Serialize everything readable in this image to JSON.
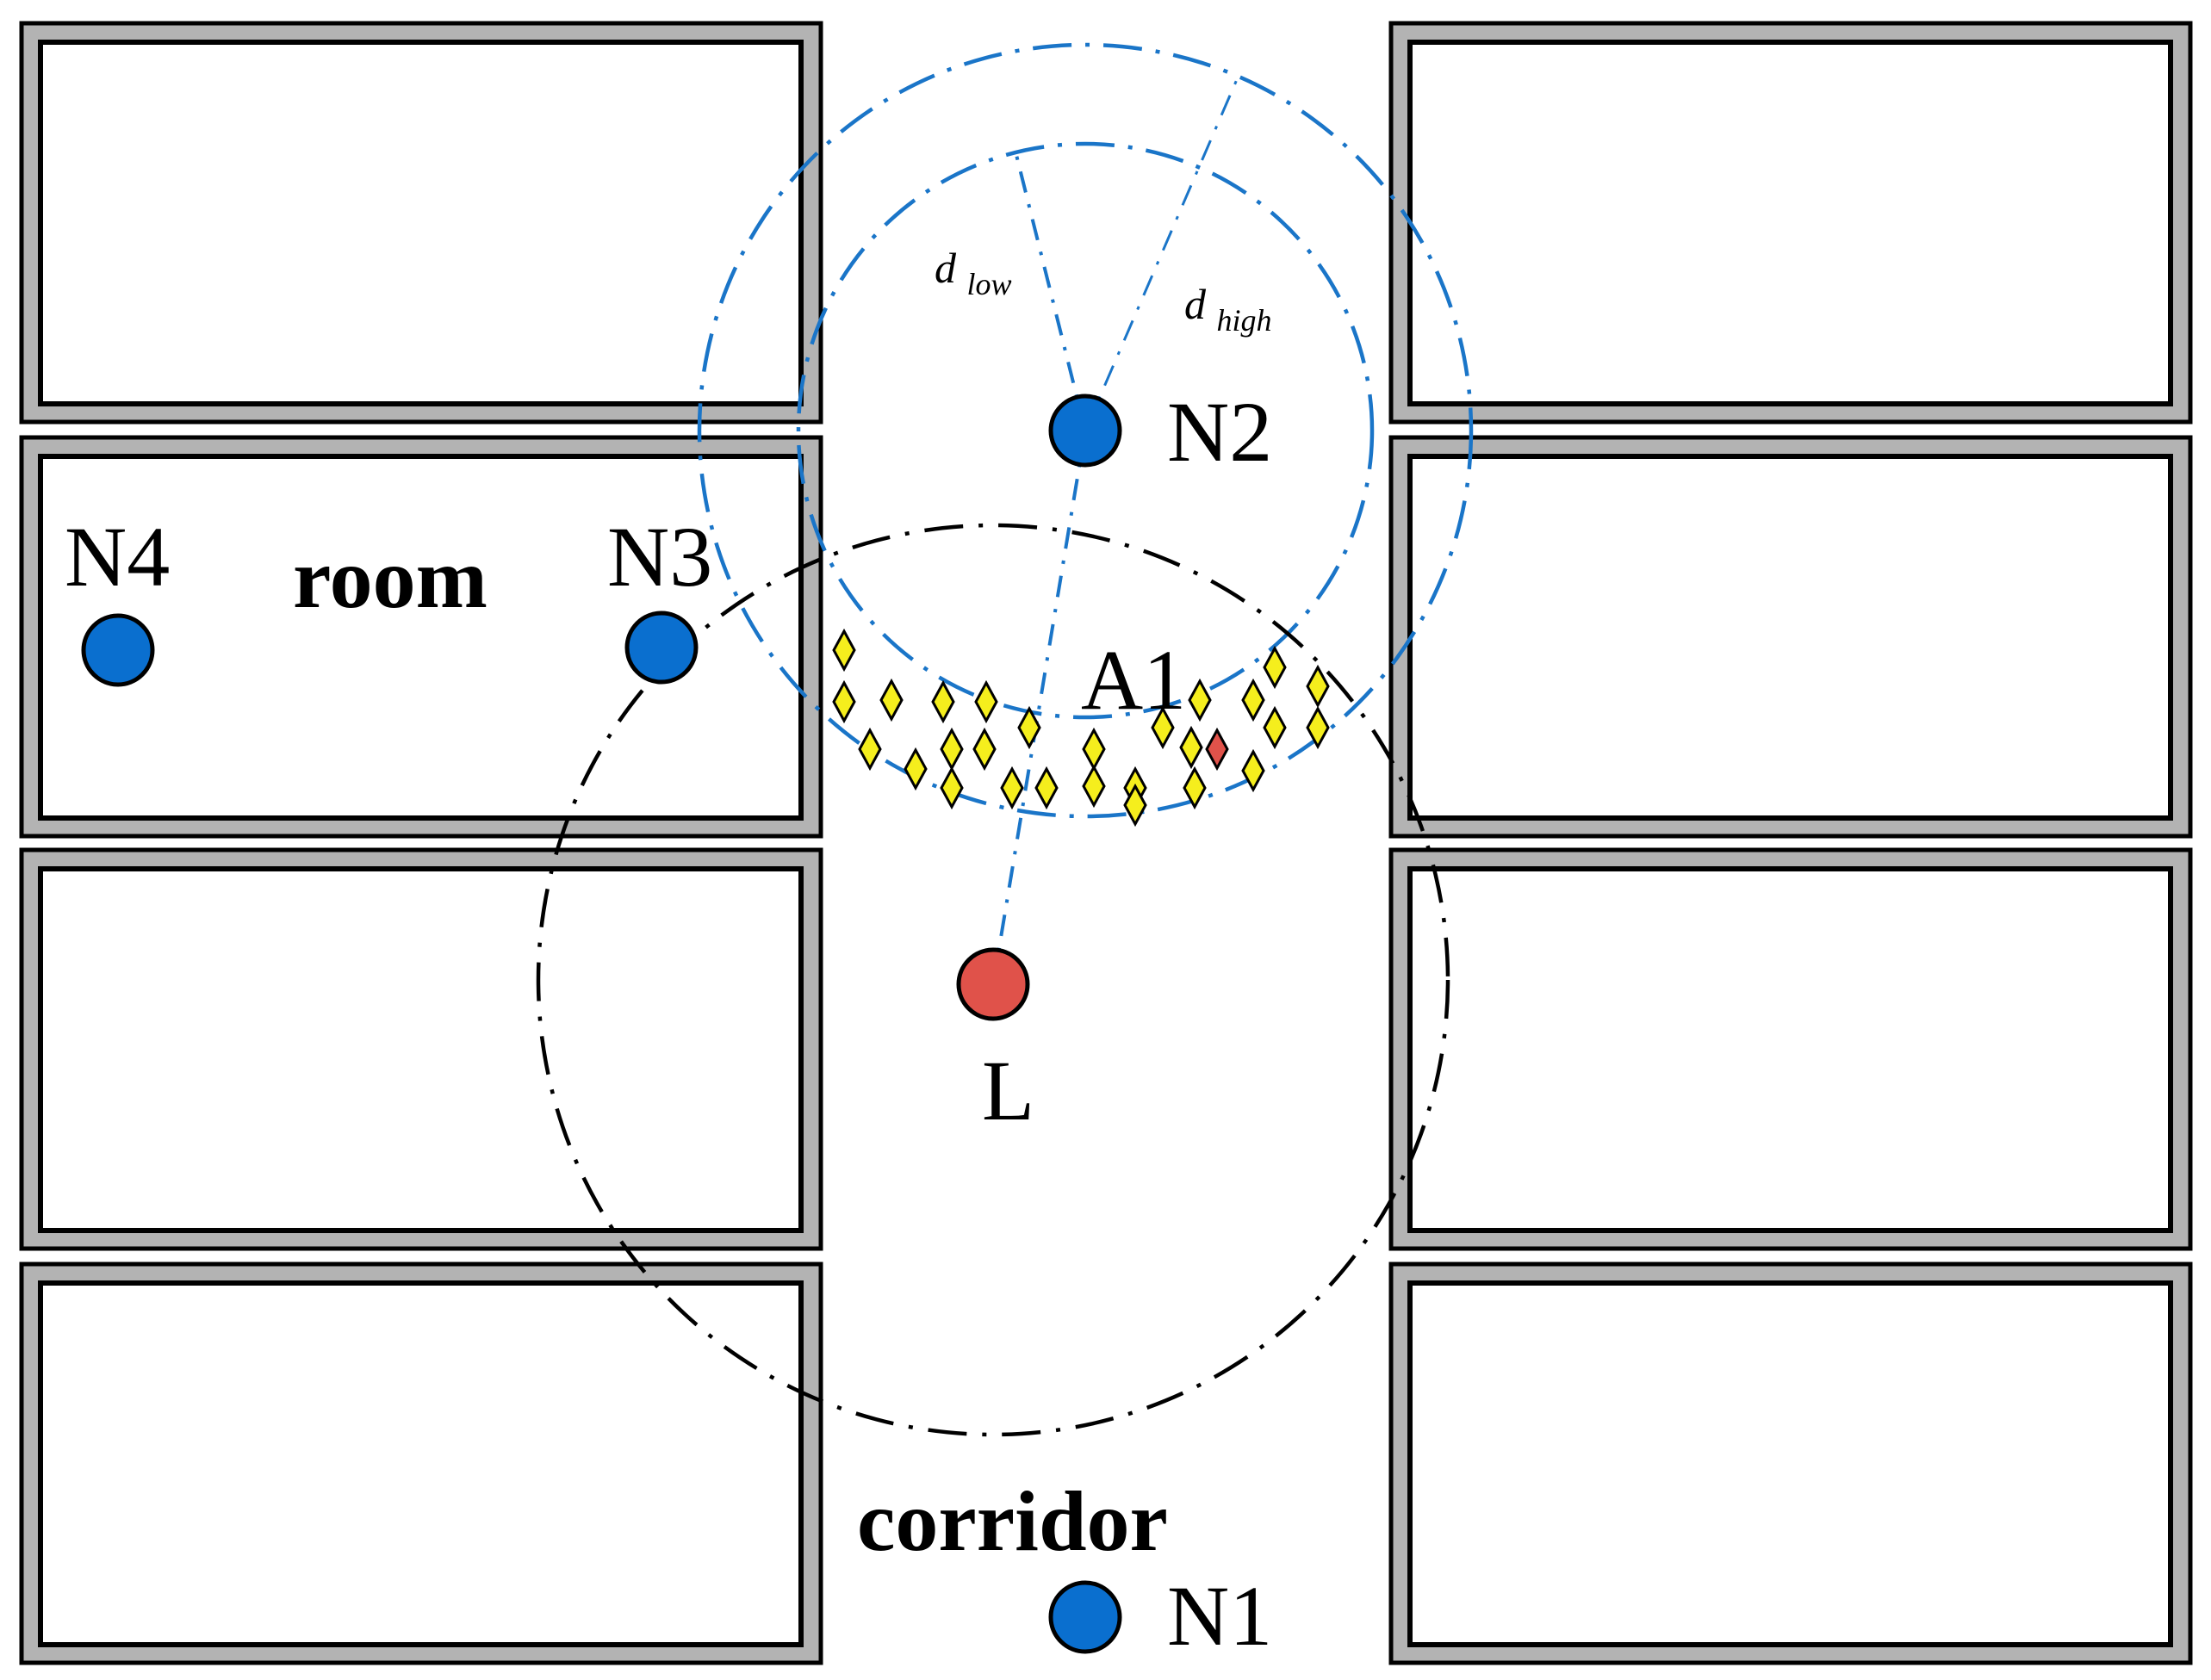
{
  "labels": {
    "room": "room",
    "corridor": "corridor",
    "area": "A1",
    "d_low": "d",
    "d_low_sub": "low",
    "d_high": "d",
    "d_high_sub": "high"
  },
  "nodes": [
    {
      "id": "n1",
      "label": "N1"
    },
    {
      "id": "n2",
      "label": "N2"
    },
    {
      "id": "n3",
      "label": "N3"
    },
    {
      "id": "n4",
      "label": "N4"
    },
    {
      "id": "l",
      "label": "L"
    }
  ],
  "colors": {
    "anchor": "#0a6fcf",
    "target": "#e0524a",
    "candidate": "#f5ee1d",
    "estimate": "#e0524a",
    "range_circle": "#1a75c8",
    "coverage_circle": "#000000",
    "wall": "#b3b3b3"
  }
}
